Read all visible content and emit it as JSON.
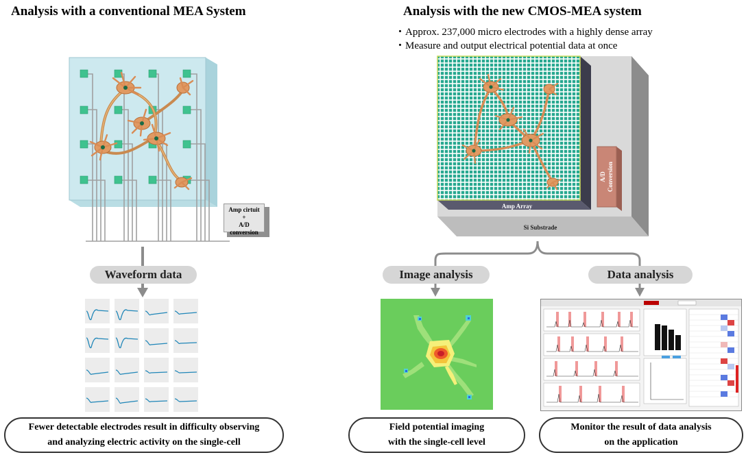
{
  "left": {
    "title": "Analysis with a conventional MEA System",
    "amp_box_line1": "Amp cirtuit",
    "amp_box_plus": "+",
    "amp_box_line2": "A/D conversion",
    "waveform_label": "Waveform data",
    "bottom_line1": "Fewer detectable electrodes result in difficulty observing",
    "bottom_line2": "and analyzing electric activity on the single-cell"
  },
  "right": {
    "title": "Analysis with the new CMOS-MEA system",
    "bullets": [
      "・Approx. 237,000 micro electrodes with a highly dense array",
      "・Measure and output electrical potential data at once"
    ],
    "chip_amp_label": "Amp Array",
    "chip_ad_label_1": "A/D",
    "chip_ad_label_2": "Conversion",
    "chip_substrate_label": "Si Substrade",
    "image_analysis_label": "Image analysis",
    "data_analysis_label": "Data analysis",
    "bottom_left_line1": "Field potential imaging",
    "bottom_left_line2": "with the single-cell level",
    "bottom_right_line1": "Monitor the result of data analysis",
    "bottom_right_line2": "on the application"
  },
  "colors": {
    "electrode": "#3fc28f",
    "neuron": "#d98c55",
    "glass": "#cde9ef",
    "pill": "#d6d6d6",
    "arrow": "#8c8c8c",
    "chip_grid": "#27a890",
    "amp_array": "#5a5a6e",
    "ad_block": "#c98676",
    "substrate": "#d9d9d9",
    "heatmap_bg": "#6acd5c"
  }
}
